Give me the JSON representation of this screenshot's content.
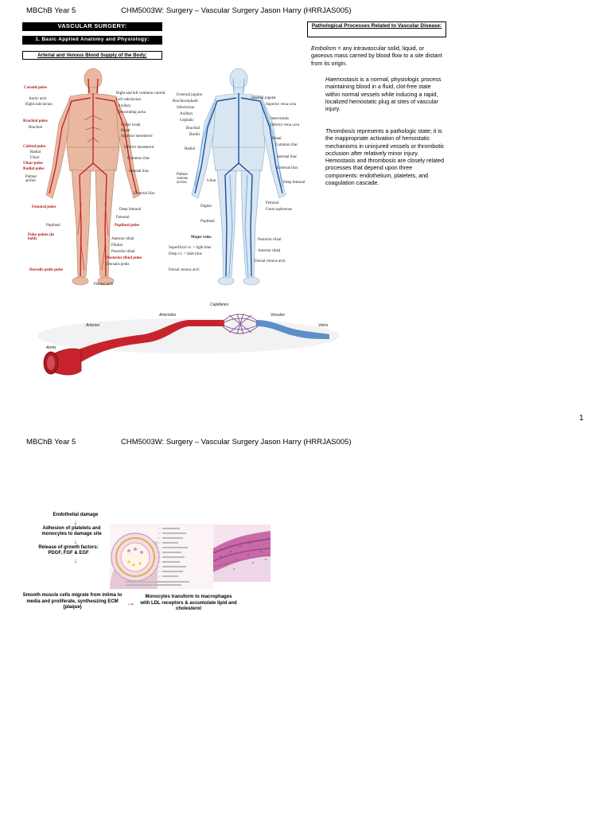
{
  "page1": {
    "header": {
      "year": "MBChB Year 5",
      "course": "CHM5003W: Surgery – Vascular Surgery  Jason Harry (HRRJAS005)"
    },
    "section_title": "VASCULAR SURGERY:",
    "subsection_title": "1. Basic Applied Anatomy and Physiology:",
    "subheading": "Arterial and Venous Blood Supply of the Body:",
    "right_box_title": "Pathological Processes Related to Vascular Disease:",
    "embolism": {
      "term": "Embolism",
      "text": " = any intravascular solid, liquid, or gaseous mass carried by blood flow to a site distant from its origin."
    },
    "haemostasis": {
      "term": "Haemostasis",
      "text": " is a normal, physiologic process maintaining blood in a fluid, clot-free state within normal vessels while inducing a rapid, localized hemostatic plug at sites of vascular injury."
    },
    "thrombosis": {
      "term": "Thrombosis",
      "text": " represents a pathologic state; it is the inappropriate activation of hemostatic mechanisms in uninjured vessels or thrombotic occlusion after relatively minor injury. Hemostasis and thrombosis are closely related processes that depend upon three components: endothelium, platelets, and coagulation cascade."
    },
    "arterial_figure_labels": [
      "Carotid pulse",
      "Right and left common carotid",
      "Aortic arch",
      "Right subclavian",
      "Left subclavian",
      "Axillary",
      "Descending aorta",
      "Brachial pulse",
      "Brachial",
      "Celiac trunk",
      "Renal",
      "Superior mesenteric",
      "Cubital pulse",
      "Radial",
      "Ulnar",
      "Ulnar pulse",
      "Radial pulse",
      "Palmar arches",
      "Inferior mesenteric",
      "Common iliac",
      "Internal iliac",
      "External iliac",
      "Deep femoral",
      "Femoral pulse",
      "Femoral",
      "Popliteal",
      "Popliteal pulse",
      "Pulse points (in bold)",
      "Anterior tibial",
      "Fibular",
      "Posterior tibial",
      "Posterior tibial pulse",
      "Dorsalis pedis",
      "Dorsalis pedis pulse",
      "Plantar arch"
    ],
    "venous_figure_labels": [
      "External jugular",
      "Internal jugular",
      "Brachiocephalic",
      "Superior vena cava",
      "Subclavian",
      "Axillary",
      "Intercostals",
      "Cephalic",
      "Inferior vena cava",
      "Brachial",
      "Basilic",
      "Renal",
      "Common iliac",
      "Radial",
      "Internal iliac",
      "External iliac",
      "Palmar venous arches",
      "Ulnar",
      "Deep femoral",
      "Femoral",
      "Great saphenous",
      "Digital",
      "Popliteal",
      "Major veins",
      "Posterior tibial",
      "Superficial vv. = light blue",
      "Deep vv. = dark blue",
      "Anterior tibial",
      "Dorsal venous arch",
      "Dorsal venous arch"
    ],
    "vessel_diagram_labels": {
      "capillaries": "Capillaries",
      "arterioles": "Arterioles",
      "venules": "Venules",
      "arteries": "Arteries",
      "veins": "Veins",
      "aorta": "Aorta"
    },
    "page_number": "1"
  },
  "page2": {
    "header": {
      "year": "MBChB Year 5",
      "course": "CHM5003W: Surgery – Vascular Surgery  Jason Harry (HRRJAS005)"
    },
    "flowchart": {
      "step1": "Endothelial damage",
      "step2": "Adhesion of platelets and monocytes to damage site",
      "step3": "Release of growth factors: PDGF, FGF & EGF",
      "step4": "Smooth muscle cells migrate from intima to media and proliferate, synthesizing ECM (plaque)",
      "step5": "Monocytes transform to macrophages with LDL receptors & accumulate lipid and cholesterol"
    }
  },
  "colors": {
    "artery_red": "#c8232c",
    "vein_blue": "#5b8fc7",
    "flow_arrow": "#d4202a",
    "histology_pink": "#c86aa8"
  }
}
